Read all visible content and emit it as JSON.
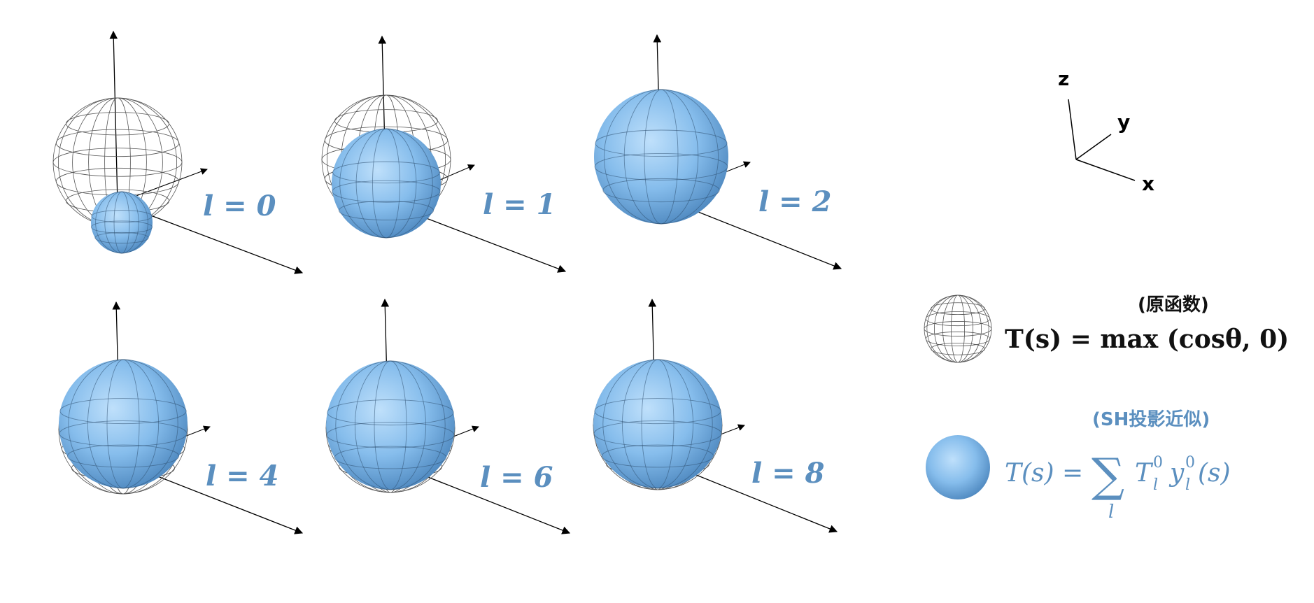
{
  "panels": [
    {
      "label": "l = 0"
    },
    {
      "label": "l = 1"
    },
    {
      "label": "l = 2"
    },
    {
      "label": "l = 4"
    },
    {
      "label": "l = 6"
    },
    {
      "label": "l = 8"
    }
  ],
  "axes_key": {
    "z": "z",
    "y": "y",
    "x": "x"
  },
  "legend": {
    "original": {
      "note": "(原函数)",
      "formula": "T(s) = max (cosθ, 0)"
    },
    "approx": {
      "note": "(SH投影近似)",
      "formula_lhs": "T(s) = ",
      "sum_symbol": "∑",
      "sum_index": "l",
      "term_T": "T",
      "term_T_sup": "0",
      "term_T_sub": "l",
      "term_y": "y",
      "term_y_sup": "0",
      "term_y_sub": "l",
      "term_tail": "(s)"
    }
  },
  "colors": {
    "sphere": "#7fb6e8",
    "sphere_dark": "#4d86bd",
    "label": "#5b8fbf",
    "wire": "#444444"
  }
}
